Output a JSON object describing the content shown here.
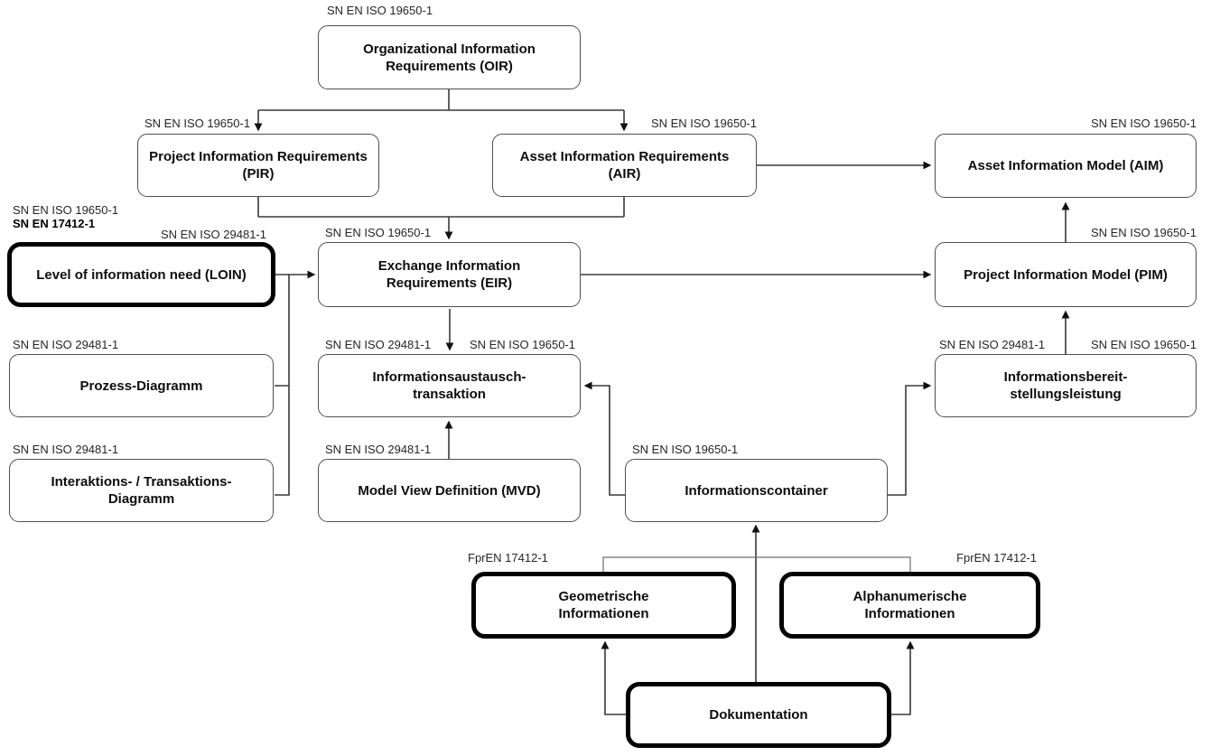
{
  "diagram": {
    "title": "BIM information requirements and standards overview",
    "accent_color": "#000000",
    "line_color": "#3a3a3a",
    "nodes": {
      "oir": {
        "label": "Organizational Information Requirements (OIR)",
        "lines": [
          "Organizational Information",
          "Requirements (OIR)"
        ],
        "standards": {
          "top_left": "SN EN ISO 19650-1"
        },
        "emphasized": false
      },
      "pir": {
        "label": "Project Information Requirements (PIR)",
        "lines": [
          "Project Information Requirements",
          "(PIR)"
        ],
        "standards": {
          "top_left": "SN EN ISO 19650-1"
        },
        "emphasized": false
      },
      "air": {
        "label": "Asset Information Requirements (AIR)",
        "lines": [
          "Asset Information Requirements",
          "(AIR)"
        ],
        "standards": {
          "top_right": "SN EN ISO 19650-1"
        },
        "emphasized": false
      },
      "aim": {
        "label": "Asset Information Model (AIM)",
        "lines": [
          "Asset Information Model (AIM)"
        ],
        "standards": {
          "top_right": "SN EN ISO 19650-1"
        },
        "emphasized": false
      },
      "loin": {
        "label": "Level of information need (LOIN)",
        "lines": [
          "Level of information need (LOIN)"
        ],
        "standards": {
          "stack_top": "SN EN ISO 19650-1",
          "stack_bottom": "SN EN 17412-1",
          "top_right": "SN EN ISO 29481-1"
        },
        "emphasized": true
      },
      "eir": {
        "label": "Exchange Information Requirements (EIR)",
        "lines": [
          "Exchange Information",
          "Requirements (EIR)"
        ],
        "standards": {
          "top_left": "SN EN ISO 19650-1"
        },
        "emphasized": false
      },
      "pim": {
        "label": "Project Information Model (PIM)",
        "lines": [
          "Project Information Model (PIM)"
        ],
        "standards": {
          "top_right": "SN EN ISO 19650-1"
        },
        "emphasized": false
      },
      "prozess": {
        "label": "Prozess-Diagramm",
        "lines": [
          "Prozess-Diagramm"
        ],
        "standards": {
          "top_left": "SN EN ISO 29481-1"
        },
        "emphasized": false
      },
      "austausch": {
        "label": "Informationsaustausch-transaktion",
        "lines": [
          "Informationsaustausch-",
          "transaktion"
        ],
        "standards": {
          "top_left": "SN EN ISO 29481-1",
          "top_right": "SN EN ISO 19650-1"
        },
        "emphasized": false
      },
      "bereitstellung": {
        "label": "Informationsbereit-stellungsleistung",
        "lines": [
          "Informationsbereit-",
          "stellungsleistung"
        ],
        "standards": {
          "top_left": "SN EN ISO 29481-1",
          "top_right": "SN EN ISO 19650-1"
        },
        "emphasized": false
      },
      "interaktion": {
        "label": "Interaktions- / Transaktions-Diagramm",
        "lines": [
          "Interaktions- / Transaktions-",
          "Diagramm"
        ],
        "standards": {
          "top_left": "SN EN ISO 29481-1"
        },
        "emphasized": false
      },
      "mvd": {
        "label": "Model View Definition (MVD)",
        "lines": [
          "Model View Definition (MVD)"
        ],
        "standards": {
          "top_left": "SN EN ISO 29481-1"
        },
        "emphasized": false
      },
      "container": {
        "label": "Informationscontainer",
        "lines": [
          "Informationscontainer"
        ],
        "standards": {
          "top_left": "SN EN ISO 19650-1"
        },
        "emphasized": false
      },
      "geometrisch": {
        "label": "Geometrische Informationen",
        "lines": [
          "Geometrische",
          "Informationen"
        ],
        "standards": {
          "top_left": "FprEN 17412-1"
        },
        "emphasized": true
      },
      "alphanumerisch": {
        "label": "Alphanumerische Informationen",
        "lines": [
          "Alphanumerische",
          "Informationen"
        ],
        "standards": {
          "top_right": "FprEN 17412-1"
        },
        "emphasized": true
      },
      "dokumentation": {
        "label": "Dokumentation",
        "lines": [
          "Dokumentation"
        ],
        "standards": {},
        "emphasized": true
      }
    },
    "edges": [
      {
        "from": "oir",
        "to": "pir",
        "arrow": true
      },
      {
        "from": "oir",
        "to": "air",
        "arrow": true
      },
      {
        "from": "pir",
        "to": "eir",
        "arrow": true
      },
      {
        "from": "air",
        "to": "eir",
        "arrow": true
      },
      {
        "from": "air",
        "to": "aim",
        "arrow": true
      },
      {
        "from": "loin",
        "to": "eir",
        "arrow": true
      },
      {
        "from": "prozess",
        "to": "eir",
        "arrow": true
      },
      {
        "from": "interaktion",
        "to": "eir",
        "arrow": true
      },
      {
        "from": "eir",
        "to": "pim",
        "arrow": true
      },
      {
        "from": "eir",
        "to": "austausch",
        "arrow": true
      },
      {
        "from": "mvd",
        "to": "austausch",
        "arrow": true
      },
      {
        "from": "container",
        "to": "austausch",
        "arrow": true
      },
      {
        "from": "container",
        "to": "bereitstellung",
        "arrow": true
      },
      {
        "from": "bereitstellung",
        "to": "pim",
        "arrow": true
      },
      {
        "from": "pim",
        "to": "aim",
        "arrow": true
      },
      {
        "from": "geometrisch",
        "to": "container",
        "arrow": false
      },
      {
        "from": "alphanumerisch",
        "to": "container",
        "arrow": false
      },
      {
        "from": "dokumentation",
        "to": "container",
        "arrow": true
      },
      {
        "from": "dokumentation",
        "to": "geometrisch",
        "arrow": true
      },
      {
        "from": "dokumentation",
        "to": "alphanumerisch",
        "arrow": true
      }
    ]
  }
}
